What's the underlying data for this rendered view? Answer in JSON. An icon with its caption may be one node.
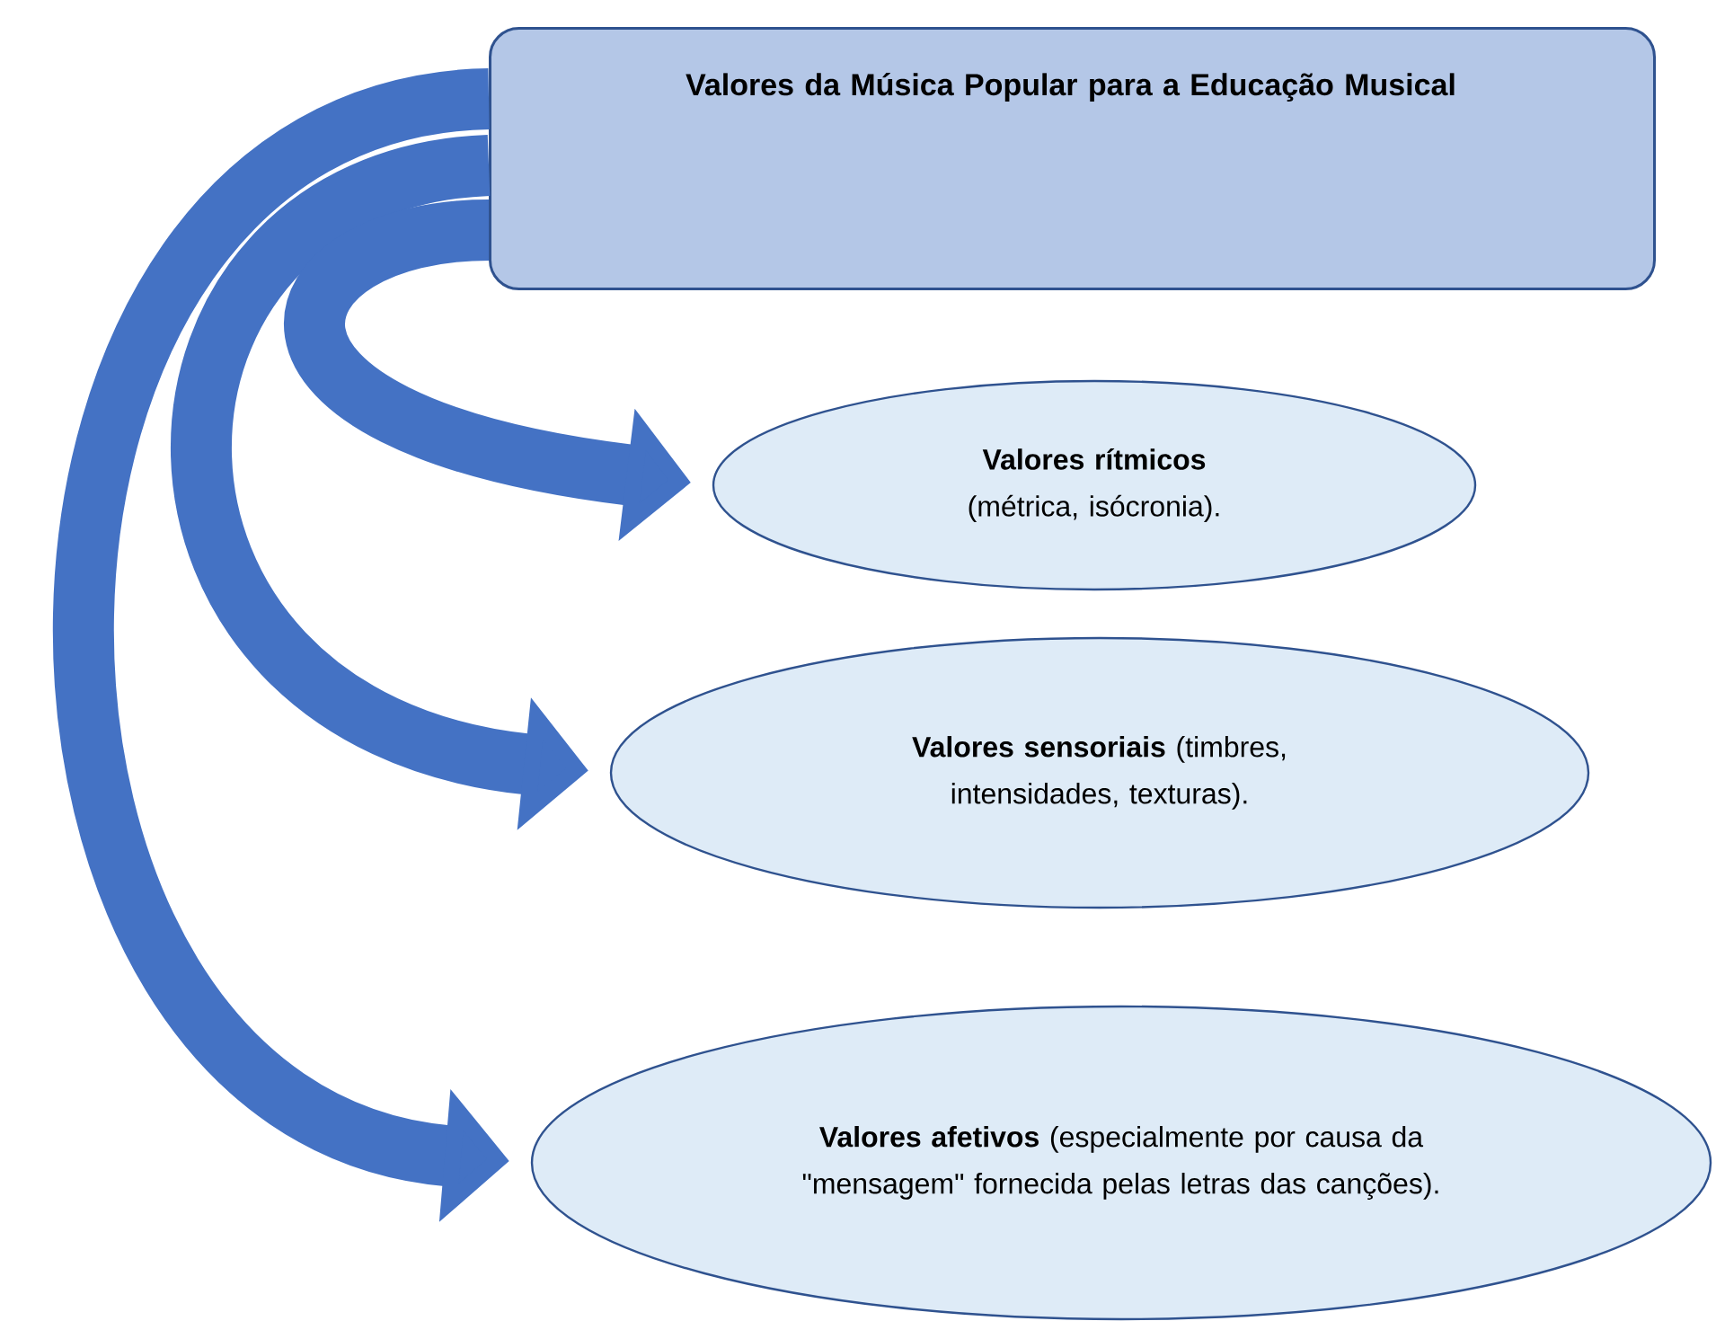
{
  "diagram": {
    "nodes": [
      {
        "text": [
          "Valores da Música Popular para a Educação Musical"
        ]
      },
      {
        "text": [
          "Valores rítmicos",
          "(métrica, isócronia)."
        ]
      },
      {
        "text": [
          "**Valores sensoriais** (timbres, intensidades, texturas)."
        ]
      },
      {
        "text": [
          "**Valores afetivos** (especialmente por causa da \"mensagem\" fornecida pelas letras das canções)."
        ]
      }
    ],
    "edges": [
      {
        "from": 0,
        "to": 1,
        "arrow": "to"
      },
      {
        "from": 0,
        "to": 2,
        "arrow": "to"
      },
      {
        "from": 0,
        "to": 3,
        "arrow": "to"
      }
    ]
  }
}
